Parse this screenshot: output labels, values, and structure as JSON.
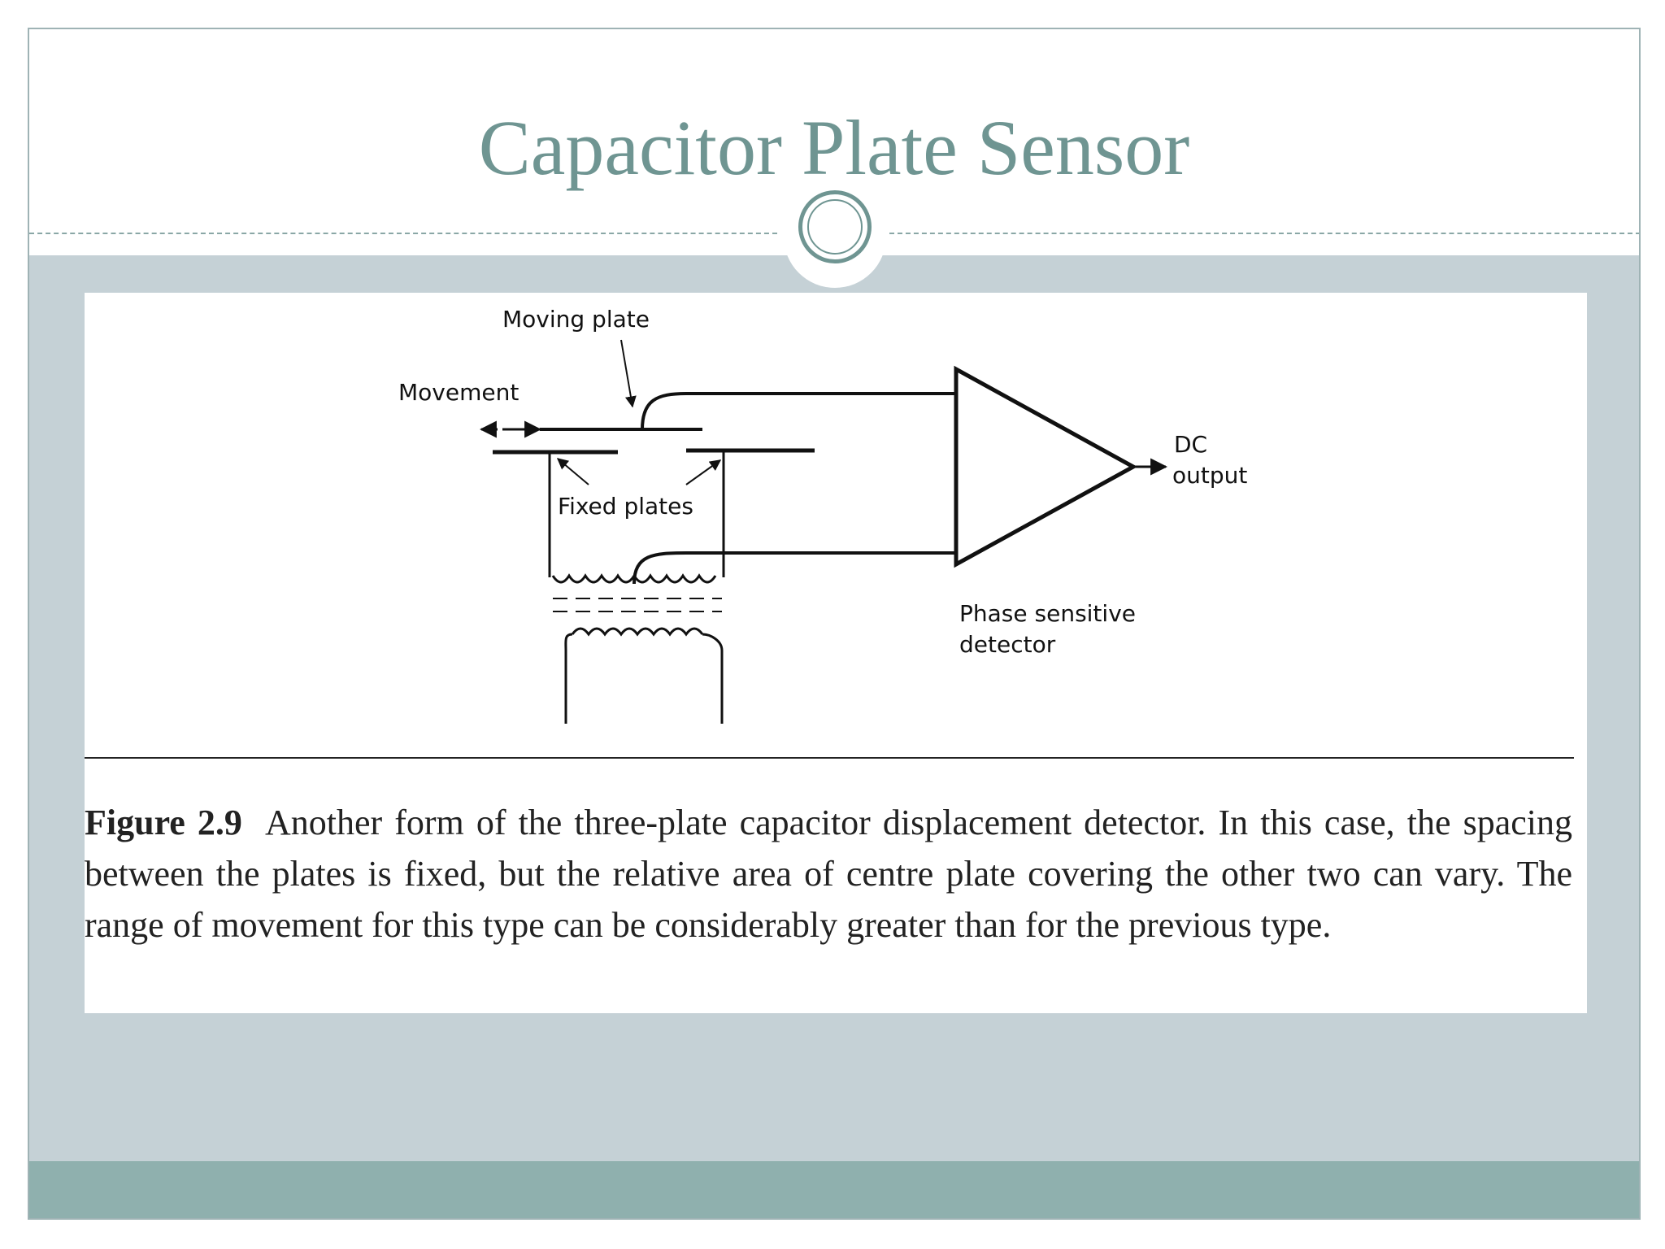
{
  "slide": {
    "title": "Capacitor Plate Sensor"
  },
  "diagram": {
    "labels": {
      "moving_plate": "Moving plate",
      "movement": "Movement",
      "fixed_plates": "Fixed plates",
      "dc": "DC",
      "output": "output",
      "phase_sensitive": "Phase sensitive",
      "detector": "detector"
    }
  },
  "caption": {
    "label": "Figure 2.9",
    "text": "Another form of the three-plate capacitor displacement detector. In this case, the spacing between the plates is fixed, but the relative area of centre plate covering the other two can vary. The range of movement for this type can be considerably greater than for the previous type."
  },
  "colors": {
    "title": "#6f9592",
    "body_background": "#c5d1d6",
    "footer": "#8fb0ae",
    "border": "#9fb3b5"
  }
}
